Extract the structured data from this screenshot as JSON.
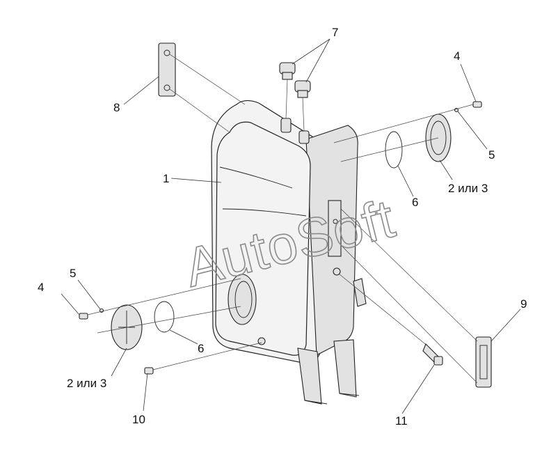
{
  "callouts": {
    "c1": "1",
    "c4a": "4",
    "c4b": "4",
    "c5a": "5",
    "c5b": "5",
    "c6a": "6",
    "c6b": "6",
    "c7": "7",
    "c8": "8",
    "c9": "9",
    "c10": "10",
    "c11": "11",
    "c23a": "2 или 3",
    "c23b": "2 или 3"
  },
  "watermark": "AutoSoft"
}
